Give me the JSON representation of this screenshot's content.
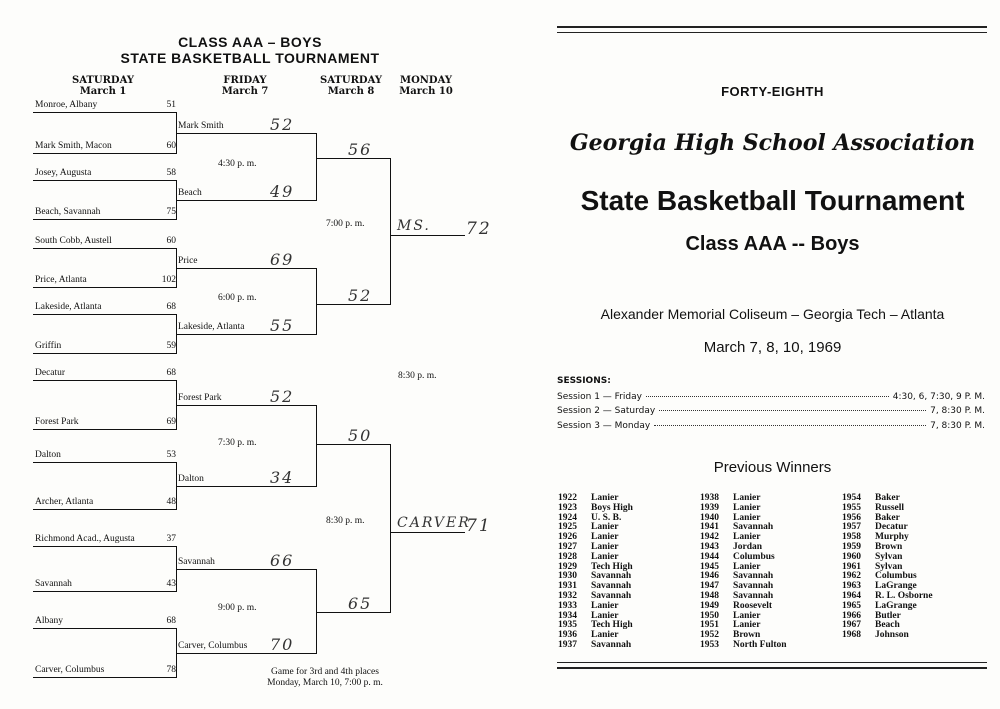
{
  "bracket": {
    "title_line1": "CLASS AAA – BOYS",
    "title_line2": "STATE BASKETBALL TOURNAMENT",
    "headers": [
      {
        "day": "SATURDAY",
        "date": "March 1"
      },
      {
        "day": "FRIDAY",
        "date": "March 7"
      },
      {
        "day": "SATURDAY",
        "date": "March 8"
      },
      {
        "day": "MONDAY",
        "date": "March 10"
      }
    ],
    "first_round": [
      {
        "name": "Monroe, Albany",
        "score": "51"
      },
      {
        "name": "Mark Smith, Macon",
        "score": "60"
      },
      {
        "name": "Josey, Augusta",
        "score": "58"
      },
      {
        "name": "Beach, Savannah",
        "score": "75"
      },
      {
        "name": "South Cobb, Austell",
        "score": "60"
      },
      {
        "name": "Price, Atlanta",
        "score": "102"
      },
      {
        "name": "Lakeside, Atlanta",
        "score": "68"
      },
      {
        "name": "Griffin",
        "score": "59"
      },
      {
        "name": "Decatur",
        "score": "68"
      },
      {
        "name": "Forest Park",
        "score": "69"
      },
      {
        "name": "Dalton",
        "score": "53"
      },
      {
        "name": "Archer, Atlanta",
        "score": "48"
      },
      {
        "name": "Richmond Acad., Augusta",
        "score": "37"
      },
      {
        "name": "Savannah",
        "score": "43"
      },
      {
        "name": "Albany",
        "score": "68"
      },
      {
        "name": "Carver, Columbus",
        "score": "78"
      }
    ],
    "quarter": [
      {
        "name": "Mark Smith",
        "score": "52"
      },
      {
        "name": "Beach",
        "score": "49"
      },
      {
        "name": "Price",
        "score": "69"
      },
      {
        "name": "Lakeside, Atlanta",
        "score": "55"
      },
      {
        "name": "Forest Park",
        "score": "52"
      },
      {
        "name": "Dalton",
        "score": "34"
      },
      {
        "name": "Savannah",
        "score": "66"
      },
      {
        "name": "Carver, Columbus",
        "score": "70"
      }
    ],
    "quarter_times": [
      "4:30 p. m.",
      "6:00 p. m.",
      "7:30 p. m.",
      "9:00 p. m."
    ],
    "semi_scores": [
      "56",
      "52",
      "50",
      "65"
    ],
    "semi_times": [
      "7:00 p. m.",
      "8:30 p. m."
    ],
    "final_entries": [
      {
        "name": "MS.",
        "score": "72"
      },
      {
        "name": "CARVER",
        "score": "71"
      }
    ],
    "final_time": "8:30 p. m.",
    "consolation_line1": "Game for 3rd and 4th places",
    "consolation_line2": "Monday, March 10, 7:00 p. m."
  },
  "program": {
    "edition": "FORTY-EIGHTH",
    "association": "Georgia High School Association",
    "event": "State Basketball Tournament",
    "class": "Class  AAA -- Boys",
    "venue": "Alexander Memorial Coliseum – Georgia Tech – Atlanta",
    "dates": "March 7, 8, 10, 1969",
    "sessions_label": "SESSIONS:",
    "sessions": [
      {
        "label": "Session 1 — Friday",
        "times": "4:30, 6, 7:30, 9 P. M."
      },
      {
        "label": "Session 2 — Saturday",
        "times": "7, 8:30 P. M."
      },
      {
        "label": "Session 3 — Monday",
        "times": "7, 8:30 P. M."
      }
    ],
    "previous_winners_title": "Previous Winners",
    "winners_col1": [
      {
        "year": "1922",
        "team": "Lanier"
      },
      {
        "year": "1923",
        "team": "Boys High"
      },
      {
        "year": "1924",
        "team": "U. S. B."
      },
      {
        "year": "1925",
        "team": "Lanier"
      },
      {
        "year": "1926",
        "team": "Lanier"
      },
      {
        "year": "1927",
        "team": "Lanier"
      },
      {
        "year": "1928",
        "team": "Lanier"
      },
      {
        "year": "1929",
        "team": "Tech High"
      },
      {
        "year": "1930",
        "team": "Savannah"
      },
      {
        "year": "1931",
        "team": "Savannah"
      },
      {
        "year": "1932",
        "team": "Savannah"
      },
      {
        "year": "1933",
        "team": "Lanier"
      },
      {
        "year": "1934",
        "team": "Lanier"
      },
      {
        "year": "1935",
        "team": "Tech High"
      },
      {
        "year": "1936",
        "team": "Lanier"
      },
      {
        "year": "1937",
        "team": "Savannah"
      }
    ],
    "winners_col2": [
      {
        "year": "1938",
        "team": "Lanier"
      },
      {
        "year": "1939",
        "team": "Lanier"
      },
      {
        "year": "1940",
        "team": "Lanier"
      },
      {
        "year": "1941",
        "team": "Savannah"
      },
      {
        "year": "1942",
        "team": "Lanier"
      },
      {
        "year": "1943",
        "team": "Jordan"
      },
      {
        "year": "1944",
        "team": "Columbus"
      },
      {
        "year": "1945",
        "team": "Lanier"
      },
      {
        "year": "1946",
        "team": "Savannah"
      },
      {
        "year": "1947",
        "team": "Savannah"
      },
      {
        "year": "1948",
        "team": "Savannah"
      },
      {
        "year": "1949",
        "team": "Roosevelt"
      },
      {
        "year": "1950",
        "team": "Lanier"
      },
      {
        "year": "1951",
        "team": "Lanier"
      },
      {
        "year": "1952",
        "team": "Brown"
      },
      {
        "year": "1953",
        "team": "North Fulton"
      }
    ],
    "winners_col3": [
      {
        "year": "1954",
        "team": "Baker"
      },
      {
        "year": "1955",
        "team": "Russell"
      },
      {
        "year": "1956",
        "team": "Baker"
      },
      {
        "year": "1957",
        "team": "Decatur"
      },
      {
        "year": "1958",
        "team": "Murphy"
      },
      {
        "year": "1959",
        "team": "Brown"
      },
      {
        "year": "1960",
        "team": "Sylvan"
      },
      {
        "year": "1961",
        "team": "Sylvan"
      },
      {
        "year": "1962",
        "team": "Columbus"
      },
      {
        "year": "1963",
        "team": "LaGrange"
      },
      {
        "year": "1964",
        "team": "R. L. Osborne"
      },
      {
        "year": "1965",
        "team": "LaGrange"
      },
      {
        "year": "1966",
        "team": "Butler"
      },
      {
        "year": "1967",
        "team": "Beach"
      },
      {
        "year": "1968",
        "team": "Johnson"
      }
    ]
  }
}
